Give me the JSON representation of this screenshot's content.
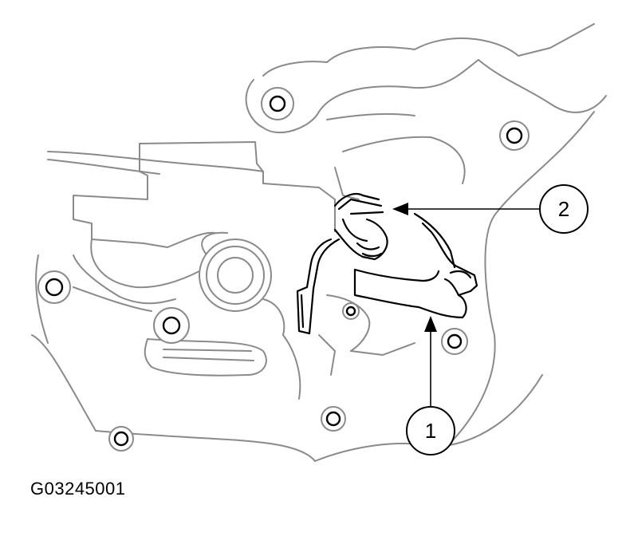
{
  "figure": {
    "id": "G03245001"
  },
  "callouts": [
    {
      "number": "1"
    },
    {
      "number": "2"
    }
  ]
}
